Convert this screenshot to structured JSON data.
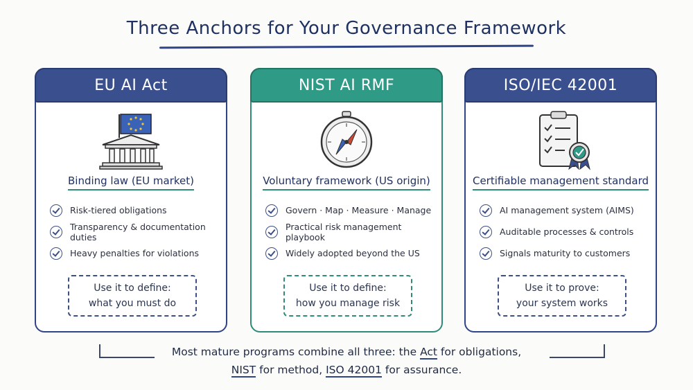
{
  "title": "Three Anchors for Your Governance Framework",
  "cards": [
    {
      "header": "EU AI Act",
      "icon": "eu-flag-courthouse-icon",
      "subtitle": "Binding law (EU market)",
      "items": [
        "Risk-tiered obligations",
        "Transparency & documentation duties",
        "Heavy penalties for violations"
      ],
      "use_line1": "Use it to define:",
      "use_line2": "what you must do"
    },
    {
      "header": "NIST AI RMF",
      "icon": "compass-icon",
      "subtitle": "Voluntary framework (US origin)",
      "items": [
        "Govern · Map · Measure · Manage",
        "Practical risk management playbook",
        "Widely adopted beyond the US"
      ],
      "use_line1": "Use it to define:",
      "use_line2": "how you manage risk"
    },
    {
      "header": "ISO/IEC 42001",
      "icon": "clipboard-certificate-icon",
      "subtitle": "Certifiable management standard",
      "items": [
        "AI management system (AIMS)",
        "Auditable processes & controls",
        "Signals maturity to customers"
      ],
      "use_line1": "Use it to prove:",
      "use_line2": "your system works"
    }
  ],
  "footer": {
    "part1": "Most mature programs combine all three: the ",
    "act": "Act",
    "part2": " for obligations,",
    "nist": "NIST",
    "part3": " for method, ",
    "iso": "ISO 42001",
    "part4": " for assurance."
  },
  "colors": {
    "navy": "#3a4f8e",
    "teal": "#2f9a86",
    "ink": "#1f3163"
  }
}
